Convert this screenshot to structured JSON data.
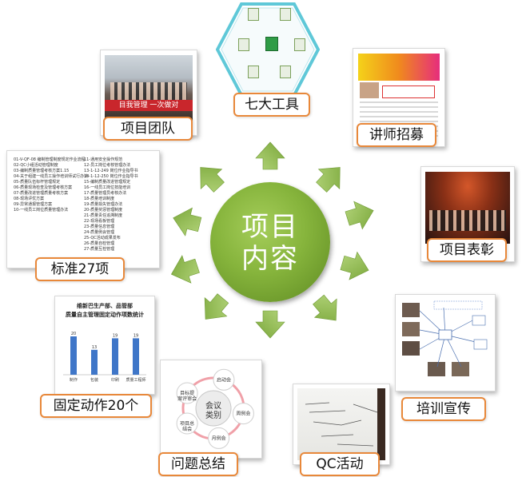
{
  "center": {
    "line1": "项目",
    "line2": "内容"
  },
  "labels": {
    "tools": "七大工具",
    "lecturer": "讲师招募",
    "award": "项目表彰",
    "promo": "培训宣传",
    "qc": "QC活动",
    "summary": "问题总结",
    "fixed": "固定动作20个",
    "standard": "标准27项",
    "team": "项目团队"
  },
  "team_banner": "目我管理  一次做对",
  "cycle": {
    "center_line1": "会议",
    "center_line2": "类别",
    "items": [
      "启动会",
      "周例会",
      "月例会",
      "项目总结会",
      "目标提案评审会"
    ]
  },
  "fixed_chart": {
    "title_line1": "维新巴生产部、品管部",
    "title_line2": "质量自主管理固定动作项数统计",
    "categories": [
      "制作",
      "包装",
      "印刷",
      "质量工程师"
    ],
    "values": [
      20,
      13,
      19,
      19
    ],
    "ylim": [
      0,
      25
    ]
  },
  "standard_doc": {
    "left": [
      "01-V-QF-08 编制管理制度规定作业流程",
      "02-QC小组活动管理制度",
      "03-编制质量管理考核方案1.15",
      "04-关于组建一线员工操作培训师试行办法",
      "05-质量队伍标杆管理规定",
      "06-质量现场检查及管理考核方案",
      "07-质量改进管理质量考核方案",
      "08-现场评优方案",
      "09-异常通报管理方案",
      "10-一线员工岗位质量管理办法"
    ],
    "right": [
      "11-通用安全操作规范",
      "12-员工岗位考核管理办法",
      "13-1-12-249 岗位作业指导书",
      "14-1-12-250 岗位作业指导书",
      "15-编制质量改进管理规定",
      "16-一线员工岗位技能培训",
      "17-质量管理员考核办法",
      "18-质量培训制度",
      "19-质量损失管理办法",
      "20-质量奖惩管理制度",
      "21-质量责任追溯制度",
      "22-现场看板管理",
      "23-质量信息管理",
      "24-质量例会管理",
      "25-QC活动成果发布",
      "26-质量自检管理",
      "27-质量互检管理"
    ]
  },
  "colors": {
    "arrow": "#8fbc4a",
    "label_border": "#e8883a",
    "bar": "#3f76c8",
    "center_green": "#86b43c"
  }
}
